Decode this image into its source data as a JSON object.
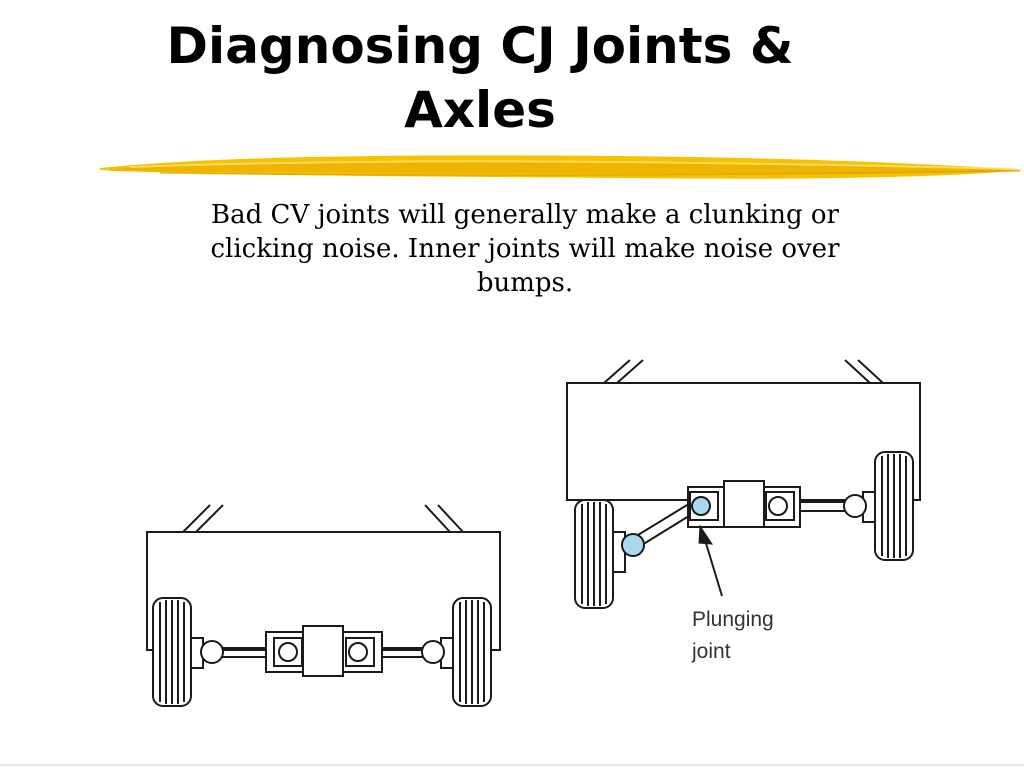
{
  "slide": {
    "title_line1": "Diagnosing CJ Joints &",
    "title_line2": "Axles",
    "body": "Bad CV joints will generally make a clunking or clicking noise. Inner joints will make noise over bumps."
  },
  "diagram": {
    "callout_line1": "Plunging",
    "callout_line2": "joint"
  },
  "colors": {
    "swoosh": "#f5c400",
    "highlight_joint": "#a8d8f0",
    "line": "#1a1a1a"
  }
}
